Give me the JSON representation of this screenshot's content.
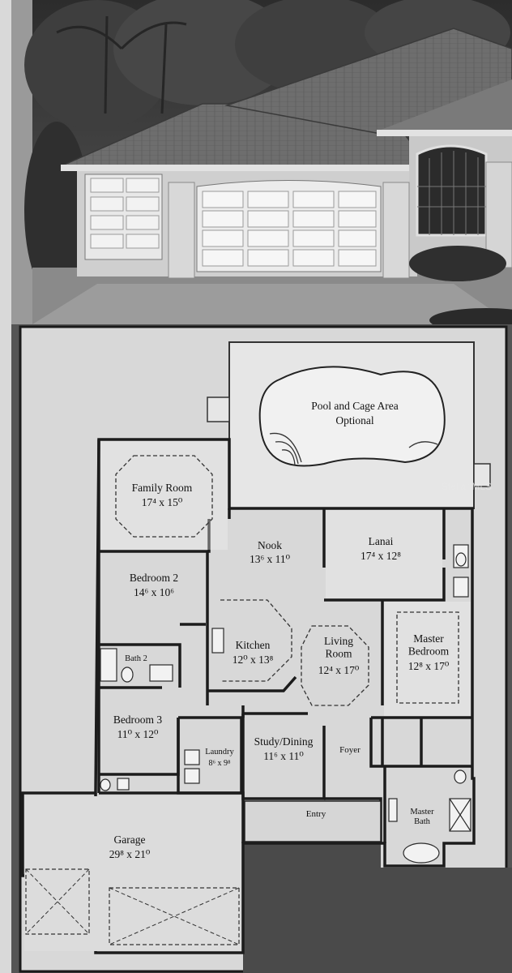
{
  "watermark": "Stellar MLS",
  "floorplan": {
    "rooms": [
      {
        "id": "pool",
        "name": "Pool and Cage Area",
        "size": "Optional"
      },
      {
        "id": "family",
        "name": "Family Room",
        "size": "17⁴ x 15⁰"
      },
      {
        "id": "nook",
        "name": "Nook",
        "size": "13⁶ x 11⁰"
      },
      {
        "id": "lanai",
        "name": "Lanai",
        "size": "17⁴ x 12⁸"
      },
      {
        "id": "bed2",
        "name": "Bedroom 2",
        "size": "14⁶ x 10⁶"
      },
      {
        "id": "bath2",
        "name": "Bath 2",
        "size": ""
      },
      {
        "id": "kitchen",
        "name": "Kitchen",
        "size": "12⁰ x 13⁸"
      },
      {
        "id": "living",
        "name": "Living Room",
        "size": "12⁴ x 17⁰"
      },
      {
        "id": "master",
        "name": "Master Bedroom",
        "size": "12⁸ x 17⁰"
      },
      {
        "id": "bed3",
        "name": "Bedroom 3",
        "size": "11⁰ x 12⁰"
      },
      {
        "id": "laundry",
        "name": "Laundry",
        "size": "8⁶ x 9⁸"
      },
      {
        "id": "study",
        "name": "Study/Dining",
        "size": "11⁶ x 11⁰"
      },
      {
        "id": "foyer",
        "name": "Foyer",
        "size": ""
      },
      {
        "id": "entry",
        "name": "Entry",
        "size": ""
      },
      {
        "id": "masterbath",
        "name": "Master Bath",
        "size": ""
      },
      {
        "id": "garage",
        "name": "Garage",
        "size": "29⁸ x 21⁰"
      }
    ]
  }
}
